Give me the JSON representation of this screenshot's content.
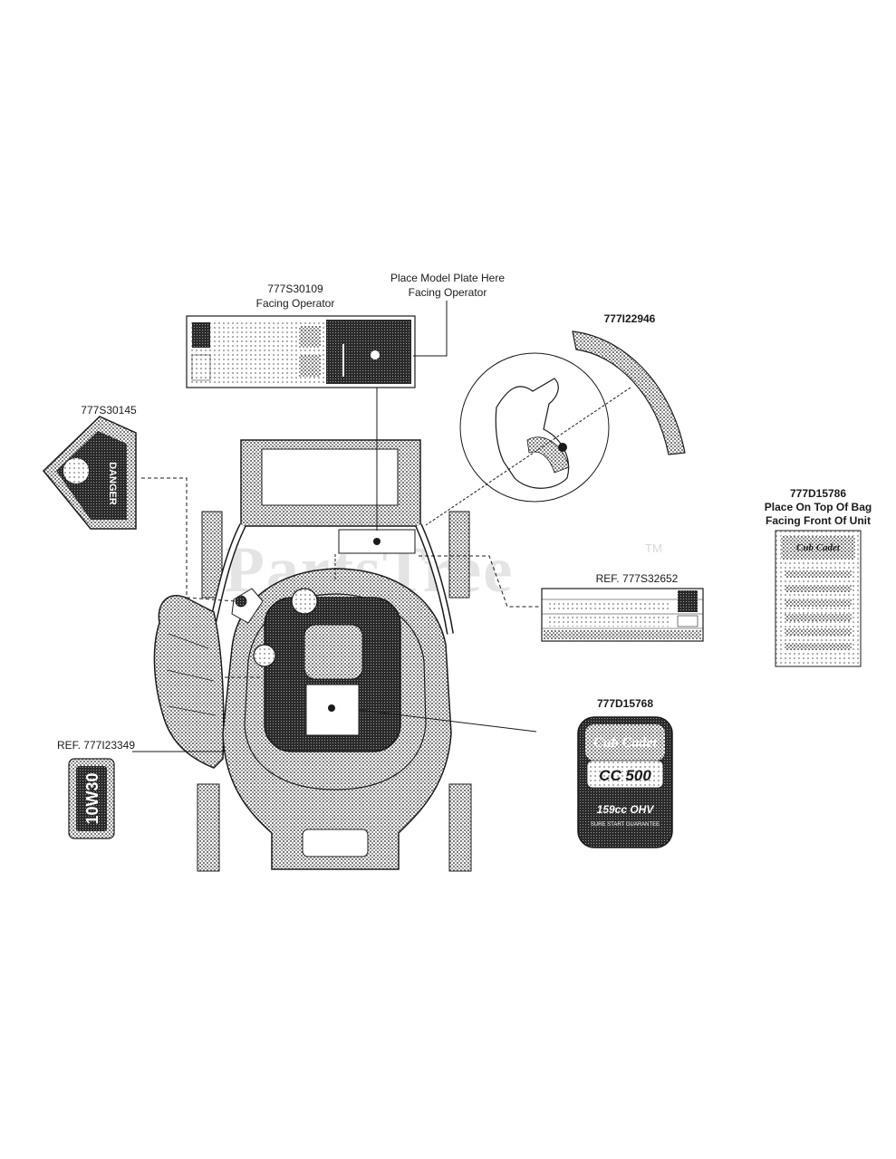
{
  "watermark": {
    "brand": "PartsTree",
    "trademark": "TM"
  },
  "callouts": {
    "operator_decal": {
      "part": "777S30109",
      "note": "Facing Operator"
    },
    "model_plate": {
      "line1": "Place Model Plate Here",
      "line2": "Facing Operator"
    },
    "speed_decal": {
      "part": "777I22946"
    },
    "danger_decal": {
      "part": "777S30145"
    },
    "bag_decal": {
      "part": "777D15786",
      "line1": "Place On Top Of Bag",
      "line2": "Facing Front Of Unit"
    },
    "ref_decal_right": {
      "part": "REF. 777S32652"
    },
    "brand_decal": {
      "part": "777D15768"
    },
    "ref_decal_left": {
      "part": "REF. 777I23349"
    }
  },
  "decal_text": {
    "danger": "DANGER",
    "brand": "Cub Cadet",
    "model": "CC 500",
    "engine": "159cc OHV",
    "guarantee": "SURE START GUARANTEE",
    "bag_brand": "Cub Cadet",
    "badge": "10W30"
  },
  "colors": {
    "ink": "#1a1a1a",
    "stipple": "#8a8a8a",
    "watermark": "#e4e4e4"
  }
}
